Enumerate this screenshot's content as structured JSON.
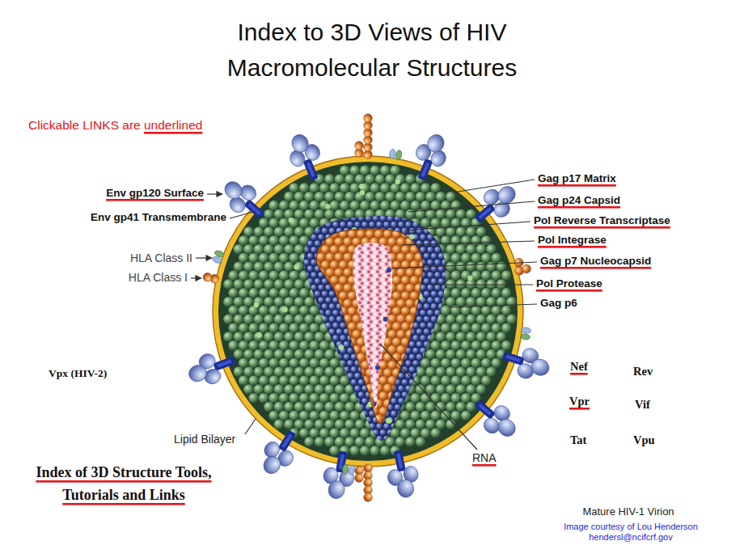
{
  "diagram": {
    "title": "Index to 3D Views of HIV Macromolecular Structures",
    "labels": [
      "Clickable LINKS are underlined",
      "Env gp120 Surface",
      "Env gp41 Transmembrane",
      "HLA Class II",
      "HLA Class I",
      "Gag p17 Matrix",
      "Gag p24 Capsid",
      "Pol Reverse Transcriptase",
      "Pol Integrase",
      "Gag p7 Nucleocapsid",
      "Pol Protease",
      "Gag p6",
      "Vpx (HIV-2)",
      "Nef",
      "Rev",
      "Vpr",
      "Vif",
      "Tat",
      "Vpu",
      "Lipid Bilayer",
      "RNA",
      "Index of 3D Structure Tools, Tutorials and Links",
      "Mature HIV-1 Virion",
      "Image courtesy of Lou Henderson",
      "hendersl@ncifcrf.gov"
    ]
  }
}
